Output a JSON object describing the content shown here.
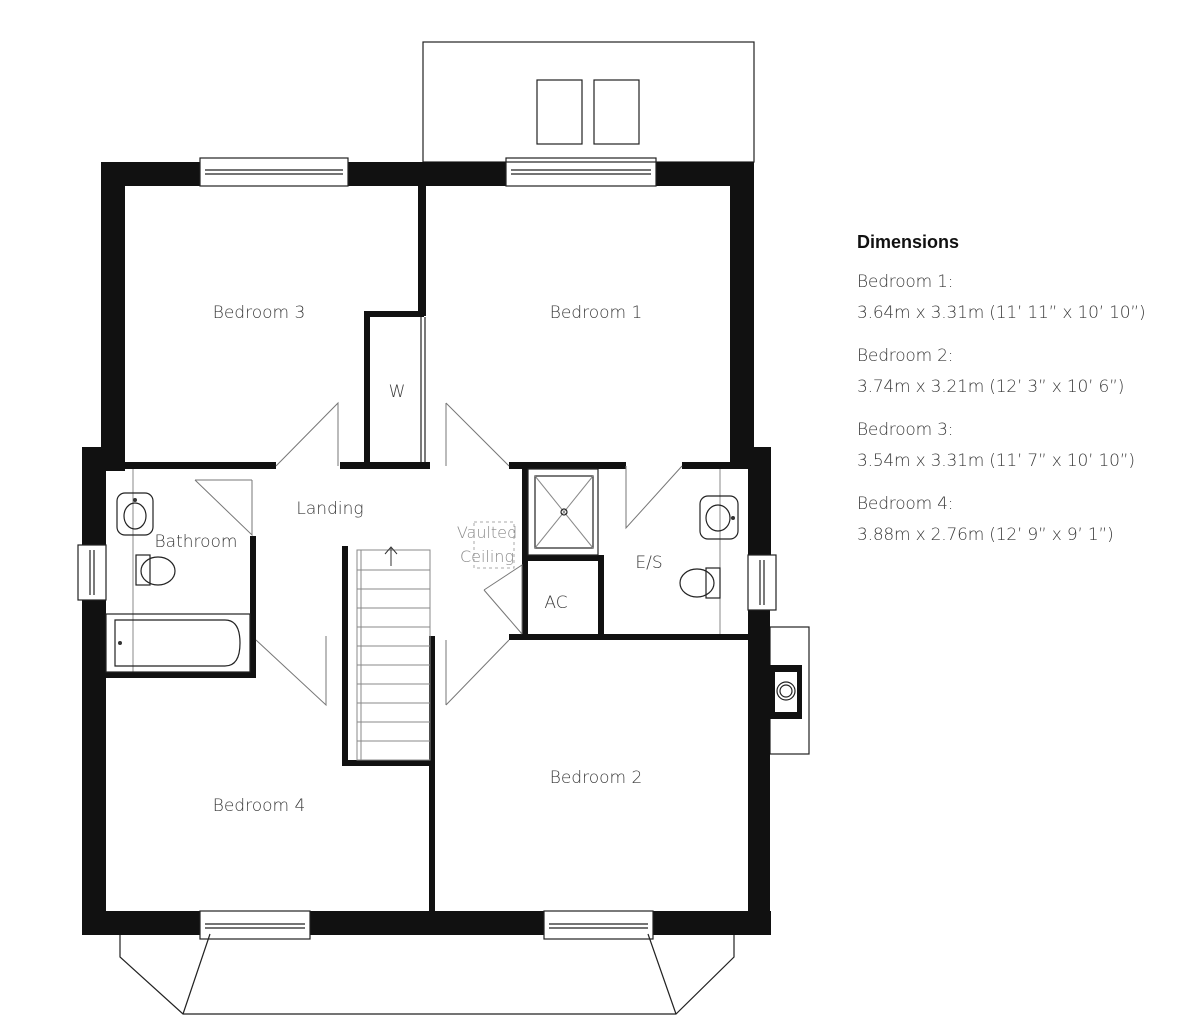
{
  "rooms": {
    "bedroom_3": "Bedroom 3",
    "bedroom_1": "Bedroom 1",
    "wardrobe": "W",
    "landing": "Landing",
    "bathroom": "Bathroom",
    "vaulted_line1": "Vaulted",
    "vaulted_line2": "Ceiling",
    "en_suite": "E/S",
    "airing_cupboard": "AC",
    "bedroom_4": "Bedroom 4",
    "bedroom_2": "Bedroom 2"
  },
  "dimensions": {
    "title": "Dimensions",
    "items": [
      {
        "name": "Bedroom 1:",
        "value": "3.64m x 3.31m (11’ 11” x 10’ 10”)"
      },
      {
        "name": "Bedroom 2:",
        "value": "3.74m x 3.21m (12’ 3” x 10’ 6”)"
      },
      {
        "name": "Bedroom 3:",
        "value": "3.54m x 3.31m (11’ 7” x 10’ 10”)"
      },
      {
        "name": "Bedroom 4:",
        "value": "3.88m x 2.76m (12’ 9” x 9’ 1”)"
      }
    ]
  }
}
